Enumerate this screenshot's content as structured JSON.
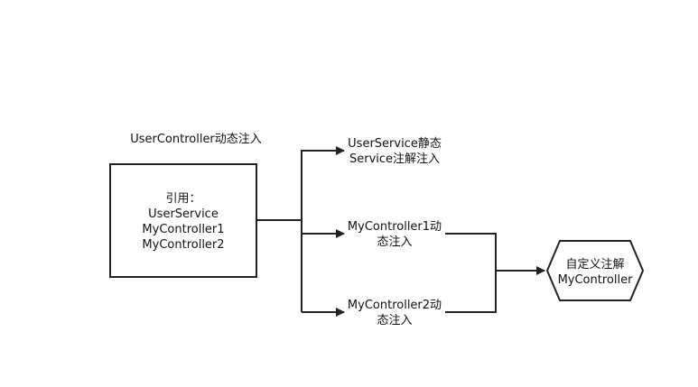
{
  "caption": "UserController动态注入",
  "left_box": {
    "lines": [
      "引用：",
      "UserService",
      "MyController1",
      "MyController2"
    ]
  },
  "targets": [
    {
      "line1": "UserService静态",
      "line2": "Service注解注入"
    },
    {
      "line1": "MyController1动",
      "line2": "态注入"
    },
    {
      "line1": "MyController2动",
      "line2": "态注入"
    }
  ],
  "hexagon": {
    "line1": "自定义注解",
    "line2": "MyController"
  },
  "colors": {
    "stroke": "#222222",
    "background": "#ffffff",
    "text": "#111111"
  }
}
